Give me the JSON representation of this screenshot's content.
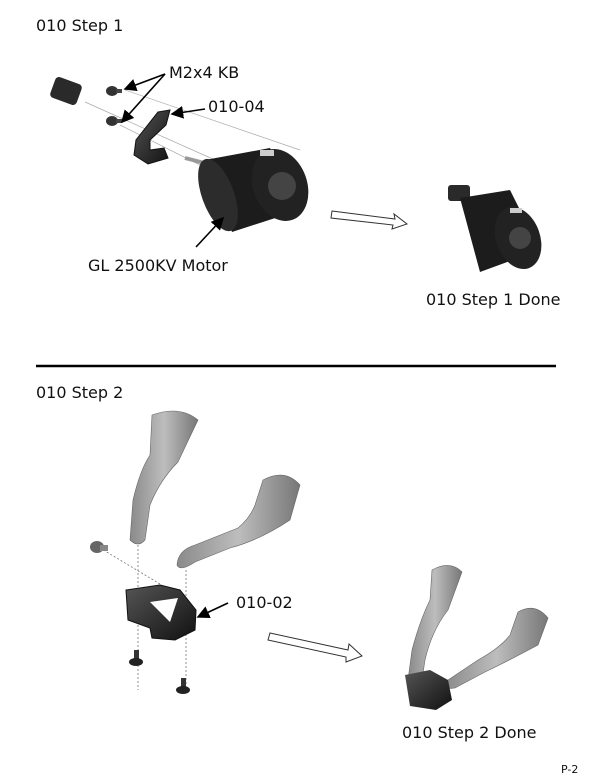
{
  "step1": {
    "title": "010 Step 1",
    "labels": {
      "screws": "M2x4 KB",
      "mount": "010-04",
      "motor": "GL 2500KV Motor"
    },
    "done": "010 Step 1 Done"
  },
  "step2": {
    "title": "010 Step 2",
    "labels": {
      "part": "010-02"
    },
    "done": "010 Step 2 Done"
  },
  "page_number": "P-2"
}
